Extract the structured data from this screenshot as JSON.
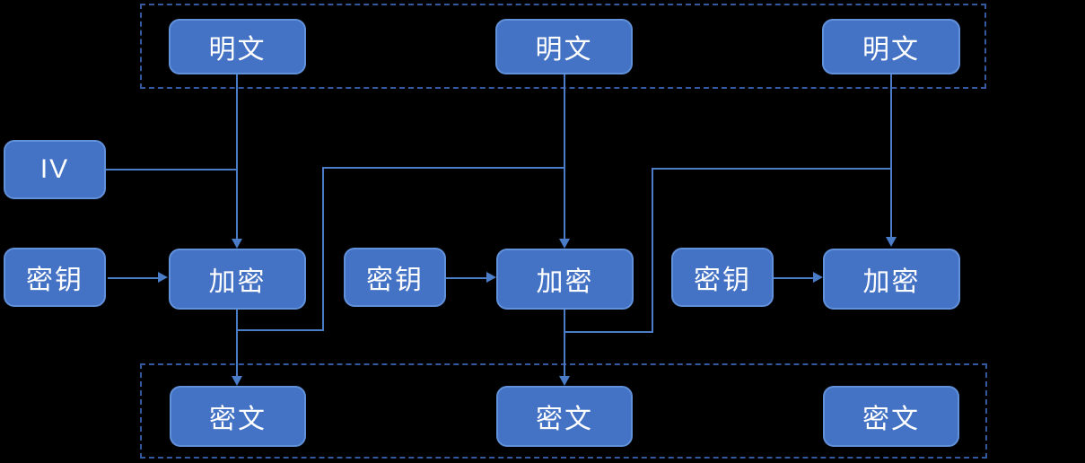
{
  "diagram_type": "flowchart",
  "subject": "CBC block cipher encryption chain",
  "colors": {
    "background": "#000000",
    "node_fill": "#4472C4",
    "node_border": "#6191DB",
    "connector": "#4A7CC8",
    "dashed_border": "#35599F",
    "text": "#FFFFFF"
  },
  "iv": {
    "label": "IV"
  },
  "columns": [
    {
      "plaintext": "明文",
      "key": "密钥",
      "encrypt": "加密",
      "ciphertext": "密文"
    },
    {
      "plaintext": "明文",
      "key": "密钥",
      "encrypt": "加密",
      "ciphertext": "密文"
    },
    {
      "plaintext": "明文",
      "key": "密钥",
      "encrypt": "加密",
      "ciphertext": "密文"
    }
  ]
}
